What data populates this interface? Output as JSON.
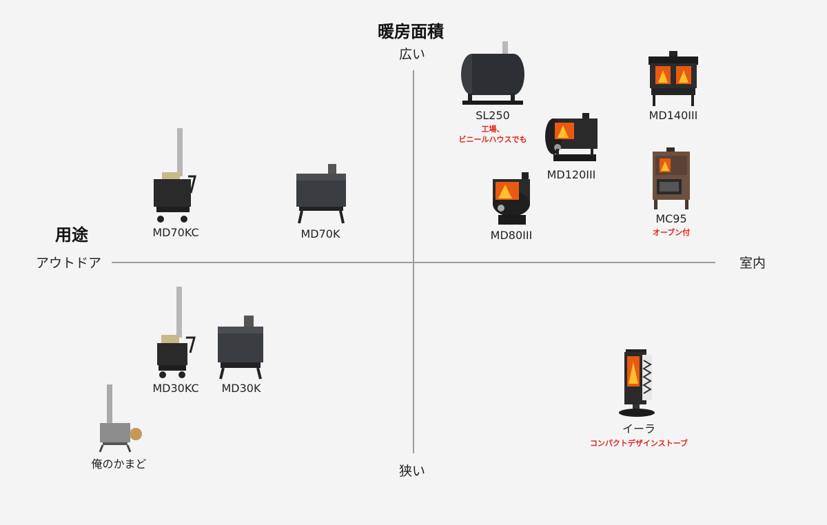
{
  "axes": {
    "vertical_title": "暖房面積",
    "vertical_top": "広い",
    "vertical_bottom": "狭い",
    "horizontal_title": "用途",
    "horizontal_left": "アウトドア",
    "horizontal_right": "室内"
  },
  "products": [
    {
      "name": "SL250",
      "note1": "工場、",
      "note2": "ビニールハウスでも",
      "icon": "tank-stove-icon"
    },
    {
      "name": "MD140III",
      "icon": "large-window-stove-icon"
    },
    {
      "name": "MD120III",
      "icon": "medium-window-stove-icon"
    },
    {
      "name": "MC95",
      "note1": "オーブン付",
      "icon": "oven-stove-icon"
    },
    {
      "name": "MD80III",
      "icon": "small-window-stove-icon"
    },
    {
      "name": "MD70KC",
      "icon": "cart-stove-icon"
    },
    {
      "name": "MD70K",
      "icon": "box-stove-icon"
    },
    {
      "name": "MD30KC",
      "icon": "small-cart-stove-icon"
    },
    {
      "name": "MD30K",
      "icon": "small-box-stove-icon"
    },
    {
      "name": "俺のかまど",
      "icon": "camp-stove-icon"
    },
    {
      "name": "イーラ",
      "note1": "コンパクトデザインストーブ",
      "icon": "round-stove-icon"
    }
  ]
}
